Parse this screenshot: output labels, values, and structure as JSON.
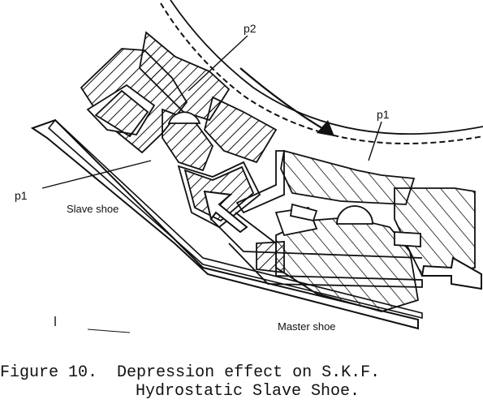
{
  "labels": {
    "p2": "p2",
    "p1_right": "p1",
    "p1_left": "p1",
    "slave_shoe": "Slave shoe",
    "master_shoe": "Master shoe"
  },
  "caption": {
    "prefix": "Figure 10.",
    "line1": "Depression effect on S.K.F.",
    "line2": "Hydrostatic Slave Shoe."
  },
  "colors": {
    "ink": "#111111",
    "paper": "#ffffff"
  },
  "icons": [
    "rotation-arrow-icon",
    "flow-arrow-icon",
    "flow-arrow-icon"
  ]
}
